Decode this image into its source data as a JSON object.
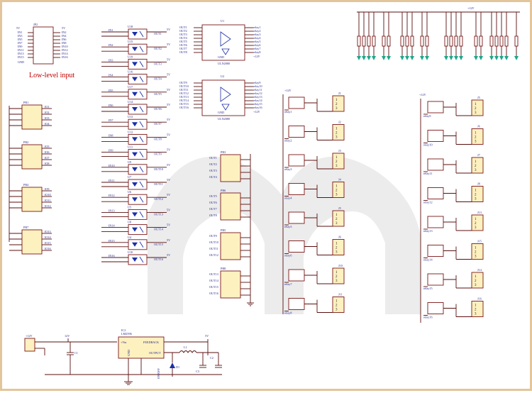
{
  "caption": "Low-level input",
  "header": {
    "ref": "JP2",
    "vcc_left": "5V",
    "vcc_right": "5V",
    "gnd": "GND",
    "left_pins": [
      "IN1",
      "IN3",
      "IN5",
      "IN7",
      "IN9",
      "IN11",
      "IN13",
      "IN15"
    ],
    "right_pins": [
      "IN2",
      "IN4",
      "IN6",
      "IN8",
      "IN10",
      "IN12",
      "IN14",
      "IN16"
    ]
  },
  "drivers": [
    {
      "ref": "U1",
      "part": "ULN2080",
      "in": [
        "OUT1",
        "OUT2",
        "OUT3",
        "OUT4",
        "OUT5",
        "OUT6",
        "OUT7",
        "OUT8"
      ],
      "out": [
        "relay1",
        "relay2",
        "relay3",
        "relay4",
        "relay5",
        "relay6",
        "relay7",
        "relay8"
      ]
    },
    {
      "ref": "U2",
      "part": "ULN2080",
      "in": [
        "OUT9",
        "OUT10",
        "OUT11",
        "OUT12",
        "OUT13",
        "OUT14",
        "OUT15",
        "OUT16"
      ],
      "out": [
        "relay9",
        "relay10",
        "relay11",
        "relay12",
        "relay13",
        "relay14",
        "relay15",
        "relay16"
      ]
    }
  ],
  "v12": "+12V",
  "v5": "5V",
  "input_packs": [
    {
      "ref": "PR1",
      "pins": [
        "IO1",
        "IO2",
        "IO3",
        "IO4"
      ]
    },
    {
      "ref": "PR2",
      "pins": [
        "IO5",
        "IO6",
        "IO7",
        "IO8"
      ]
    },
    {
      "ref": "PR4",
      "pins": [
        "IO9",
        "IO10",
        "IO11",
        "IO12"
      ]
    },
    {
      "ref": "PR7",
      "pins": [
        "IO13",
        "IO14",
        "IO15",
        "IO16"
      ]
    }
  ],
  "opto_labels": [
    "U18",
    "U15",
    "U19",
    "U16",
    "U17",
    "U14",
    "U13",
    "U12",
    "U11",
    "U9",
    "U7",
    "U6",
    "U5",
    "U8",
    "U4",
    "U10"
  ],
  "output_packs": [
    {
      "ref": "PR3",
      "pins": [
        "OUT1",
        "OUT2",
        "OUT3",
        "OUT4"
      ]
    },
    {
      "ref": "PR6",
      "pins": [
        "OUT5",
        "OUT6",
        "OUT7",
        "OUT8"
      ]
    },
    {
      "ref": "PR5",
      "pins": [
        "OUT9",
        "OUT10",
        "OUT11",
        "OUT12"
      ]
    },
    {
      "ref": "PR8",
      "pins": [
        "OUT13",
        "OUT14",
        "OUT15",
        "OUT16"
      ]
    }
  ],
  "relays_left": [
    "relay1",
    "relay2",
    "relay3",
    "relay4",
    "relay5",
    "relay6",
    "relay7",
    "relay8"
  ],
  "relays_right": [
    "relay9",
    "relay10",
    "relay11",
    "relay12",
    "relay13",
    "relay14",
    "relay15",
    "relay16"
  ],
  "relay_refs_left": [
    "J1",
    "J2",
    "J3",
    "J4",
    "J5",
    "J6",
    "J10",
    "J11"
  ],
  "relay_refs_right": [
    "J5",
    "J6",
    "J7",
    "J8",
    "J13",
    "J15",
    "J14",
    "J16"
  ],
  "power": {
    "reg_ref": "IC2",
    "reg_part": "LM2596",
    "vin": "+Vin",
    "feedback": "FEEDBACK",
    "output": "OUTPUT",
    "gnd": "GND",
    "onoff": "ON/OFF",
    "in_connector": "+12V",
    "c1": "C1",
    "c2": "C2",
    "c3": "C3",
    "l1": "L1",
    "d1": "D1",
    "in_label": "12V",
    "out_label": "5V"
  },
  "led_bank_caption": "+12V"
}
